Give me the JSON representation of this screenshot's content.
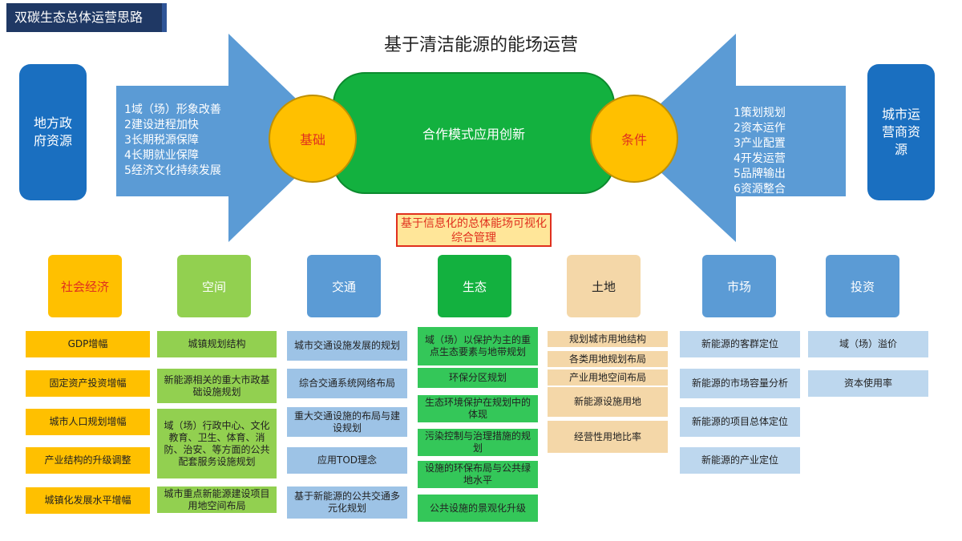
{
  "header_tab": "双碳生态总体运营思路",
  "main_title": "基于清洁能源的能场运营",
  "left_resource": "地方政府资源",
  "right_resource": "城市运营商资源",
  "left_list": [
    "1域（场）形象改善",
    "2建设进程加快",
    "3长期税源保障",
    "4长期就业保障",
    "5经济文化持续发展"
  ],
  "right_list": [
    "1策划规划",
    "2资本运作",
    "3产业配置",
    "4开发运营",
    "5品牌输出",
    "6资源整合"
  ],
  "center_label": "合作模式应用创新",
  "left_circle": "基础",
  "right_circle": "条件",
  "center_note": "基于信息化的总体能场可视化综合管理",
  "colors": {
    "arrow": "#5b9bd5",
    "resource": "#1a6fc0",
    "center": "#13b13f",
    "circle": "#ffc000",
    "note_text": "#e0301e"
  },
  "categories": [
    {
      "label": "社会经济",
      "color": "#ffc000",
      "text_color": "#e0301e",
      "item_color": "#ffc000",
      "items": [
        "GDP增幅",
        "固定资产投资增幅",
        "城市人口规划增幅",
        "产业结构的升级调整",
        "城镇化发展水平增幅"
      ]
    },
    {
      "label": "空间",
      "color": "#92d050",
      "text_color": "#ffffff",
      "item_color": "#92d050",
      "items": [
        "城镇规划结构",
        "新能源相关的重大市政基础设施规划",
        "域（场）行政中心、文化教育、卫生、体育、消防、治安、等方面的公共配套服务设施规划",
        "城市重点新能源建设项目用地空间布局"
      ]
    },
    {
      "label": "交通",
      "color": "#5b9bd5",
      "text_color": "#ffffff",
      "item_color": "#9dc3e6",
      "items": [
        "城市交通设施发展的规划",
        "综合交通系统网络布局",
        "重大交通设施的布局与建设规划",
        "应用TOD理念",
        "基于新能源的公共交通多元化规划"
      ]
    },
    {
      "label": "生态",
      "color": "#13b13f",
      "text_color": "#ffffff",
      "item_color": "#34c759",
      "items": [
        "域（场）以保护为主的重点生态要素与地带规划",
        "环保分区规划",
        "生态环境保护在规划中的体现",
        "污染控制与治理措施的规划",
        "设施的环保布局与公共绿地水平",
        "公共设施的景观化升级"
      ]
    },
    {
      "label": "土地",
      "color": "#f4d7a8",
      "text_color": "#222222",
      "item_color": "#f4d7a8",
      "items": [
        "规划城市用地结构",
        "各类用地规划布局",
        "产业用地空间布局",
        "新能源设施用地",
        "经营性用地比率"
      ]
    },
    {
      "label": "市场",
      "color": "#5b9bd5",
      "text_color": "#ffffff",
      "item_color": "#bdd7ee",
      "items": [
        "新能源的客群定位",
        "新能源的市场容量分析",
        "新能源的项目总体定位",
        "新能源的产业定位"
      ]
    },
    {
      "label": "投资",
      "color": "#5b9bd5",
      "text_color": "#ffffff",
      "item_color": "#bdd7ee",
      "items": [
        "域（场）溢价",
        "资本使用率"
      ]
    }
  ]
}
